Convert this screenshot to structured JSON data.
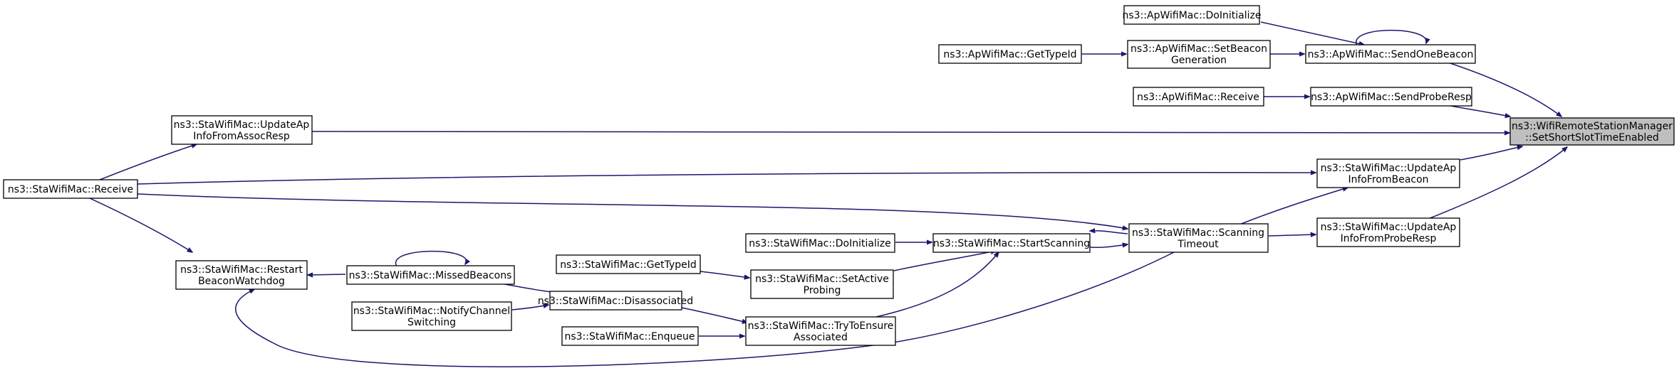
{
  "graph": {
    "edge_color": "#191970",
    "root_fill": "#bfbfbf",
    "nodes": [
      {
        "id": "root",
        "lines": [
          "ns3::WifiRemoteStationManager",
          "::SetShortSlotTimeEnabled"
        ]
      },
      {
        "id": "ap_doinit",
        "lines": [
          "ns3::ApWifiMac::DoInitialize"
        ]
      },
      {
        "id": "ap_gettypeid",
        "lines": [
          "ns3::ApWifiMac::GetTypeId"
        ]
      },
      {
        "id": "ap_setbeacon",
        "lines": [
          "ns3::ApWifiMac::SetBeacon",
          "Generation"
        ]
      },
      {
        "id": "ap_sendonebeacon",
        "lines": [
          "ns3::ApWifiMac::SendOneBeacon"
        ]
      },
      {
        "id": "ap_receive",
        "lines": [
          "ns3::ApWifiMac::Receive"
        ]
      },
      {
        "id": "ap_sendproberesp",
        "lines": [
          "ns3::ApWifiMac::SendProbeResp"
        ]
      },
      {
        "id": "sta_updateassoc",
        "lines": [
          "ns3::StaWifiMac::UpdateAp",
          "InfoFromAssocResp"
        ]
      },
      {
        "id": "sta_receive",
        "lines": [
          "ns3::StaWifiMac::Receive"
        ]
      },
      {
        "id": "sta_updatebeacon",
        "lines": [
          "ns3::StaWifiMac::UpdateAp",
          "InfoFromBeacon"
        ]
      },
      {
        "id": "sta_scantimeout",
        "lines": [
          "ns3::StaWifiMac::Scanning",
          "Timeout"
        ]
      },
      {
        "id": "sta_updateprobe",
        "lines": [
          "ns3::StaWifiMac::UpdateAp",
          "InfoFromProbeResp"
        ]
      },
      {
        "id": "sta_startscan",
        "lines": [
          "ns3::StaWifiMac::StartScanning"
        ]
      },
      {
        "id": "sta_doinit",
        "lines": [
          "ns3::StaWifiMac::DoInitialize"
        ]
      },
      {
        "id": "sta_gettypeid",
        "lines": [
          "ns3::StaWifiMac::GetTypeId"
        ]
      },
      {
        "id": "sta_setactive",
        "lines": [
          "ns3::StaWifiMac::SetActive",
          "Probing"
        ]
      },
      {
        "id": "sta_tryensure",
        "lines": [
          "ns3::StaWifiMac::TryToEnsure",
          "Associated"
        ]
      },
      {
        "id": "sta_enqueue",
        "lines": [
          "ns3::StaWifiMac::Enqueue"
        ]
      },
      {
        "id": "sta_disassoc",
        "lines": [
          "ns3::StaWifiMac::Disassociated"
        ]
      },
      {
        "id": "sta_notifychan",
        "lines": [
          "ns3::StaWifiMac::NotifyChannel",
          "Switching"
        ]
      },
      {
        "id": "sta_missedbeacons",
        "lines": [
          "ns3::StaWifiMac::MissedBeacons"
        ]
      },
      {
        "id": "sta_restartwatch",
        "lines": [
          "ns3::StaWifiMac::Restart",
          "BeaconWatchdog"
        ]
      }
    ]
  }
}
